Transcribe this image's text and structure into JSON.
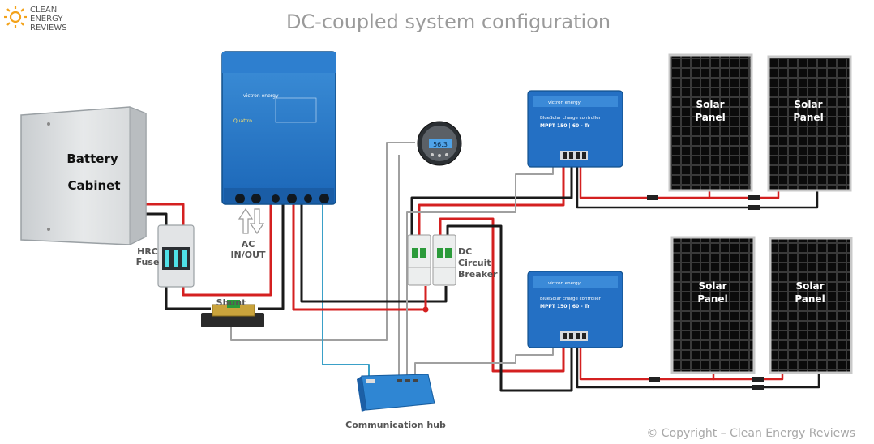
{
  "logo": {
    "line1": "CLEAN",
    "line2": "ENERGY",
    "line3": "REVIEWS"
  },
  "title": "DC-coupled system configuration",
  "battery": {
    "line1": "Battery",
    "line2": "Cabinet"
  },
  "fuse": {
    "line1": "HRC",
    "line2": "Fuse"
  },
  "ac": {
    "line1": "AC",
    "line2": "IN/OUT"
  },
  "shunt": "Shunt",
  "breaker": {
    "line1": "DC",
    "line2": "Circuit",
    "line3": "Breaker"
  },
  "hub": "Communication hub",
  "monitor": {
    "reading": "56.3"
  },
  "inverter": {
    "brand": "victron energy",
    "model": "Quattro"
  },
  "mppt": {
    "brand": "victron energy",
    "name": "BlueSolar charge controller",
    "model": "MPPT 150 | 60 - Tr"
  },
  "panel": {
    "line1": "Solar",
    "line2": "Panel"
  },
  "copyright": "© Copyright – Clean Energy Reviews",
  "colors": {
    "positive": "#d42020",
    "negative": "#1a1a1a",
    "comms_blue": "#3aa0c8",
    "comms_grey": "#a0a0a0",
    "victron_blue": "#1e73c8",
    "title_grey": "#9a9a9a"
  }
}
